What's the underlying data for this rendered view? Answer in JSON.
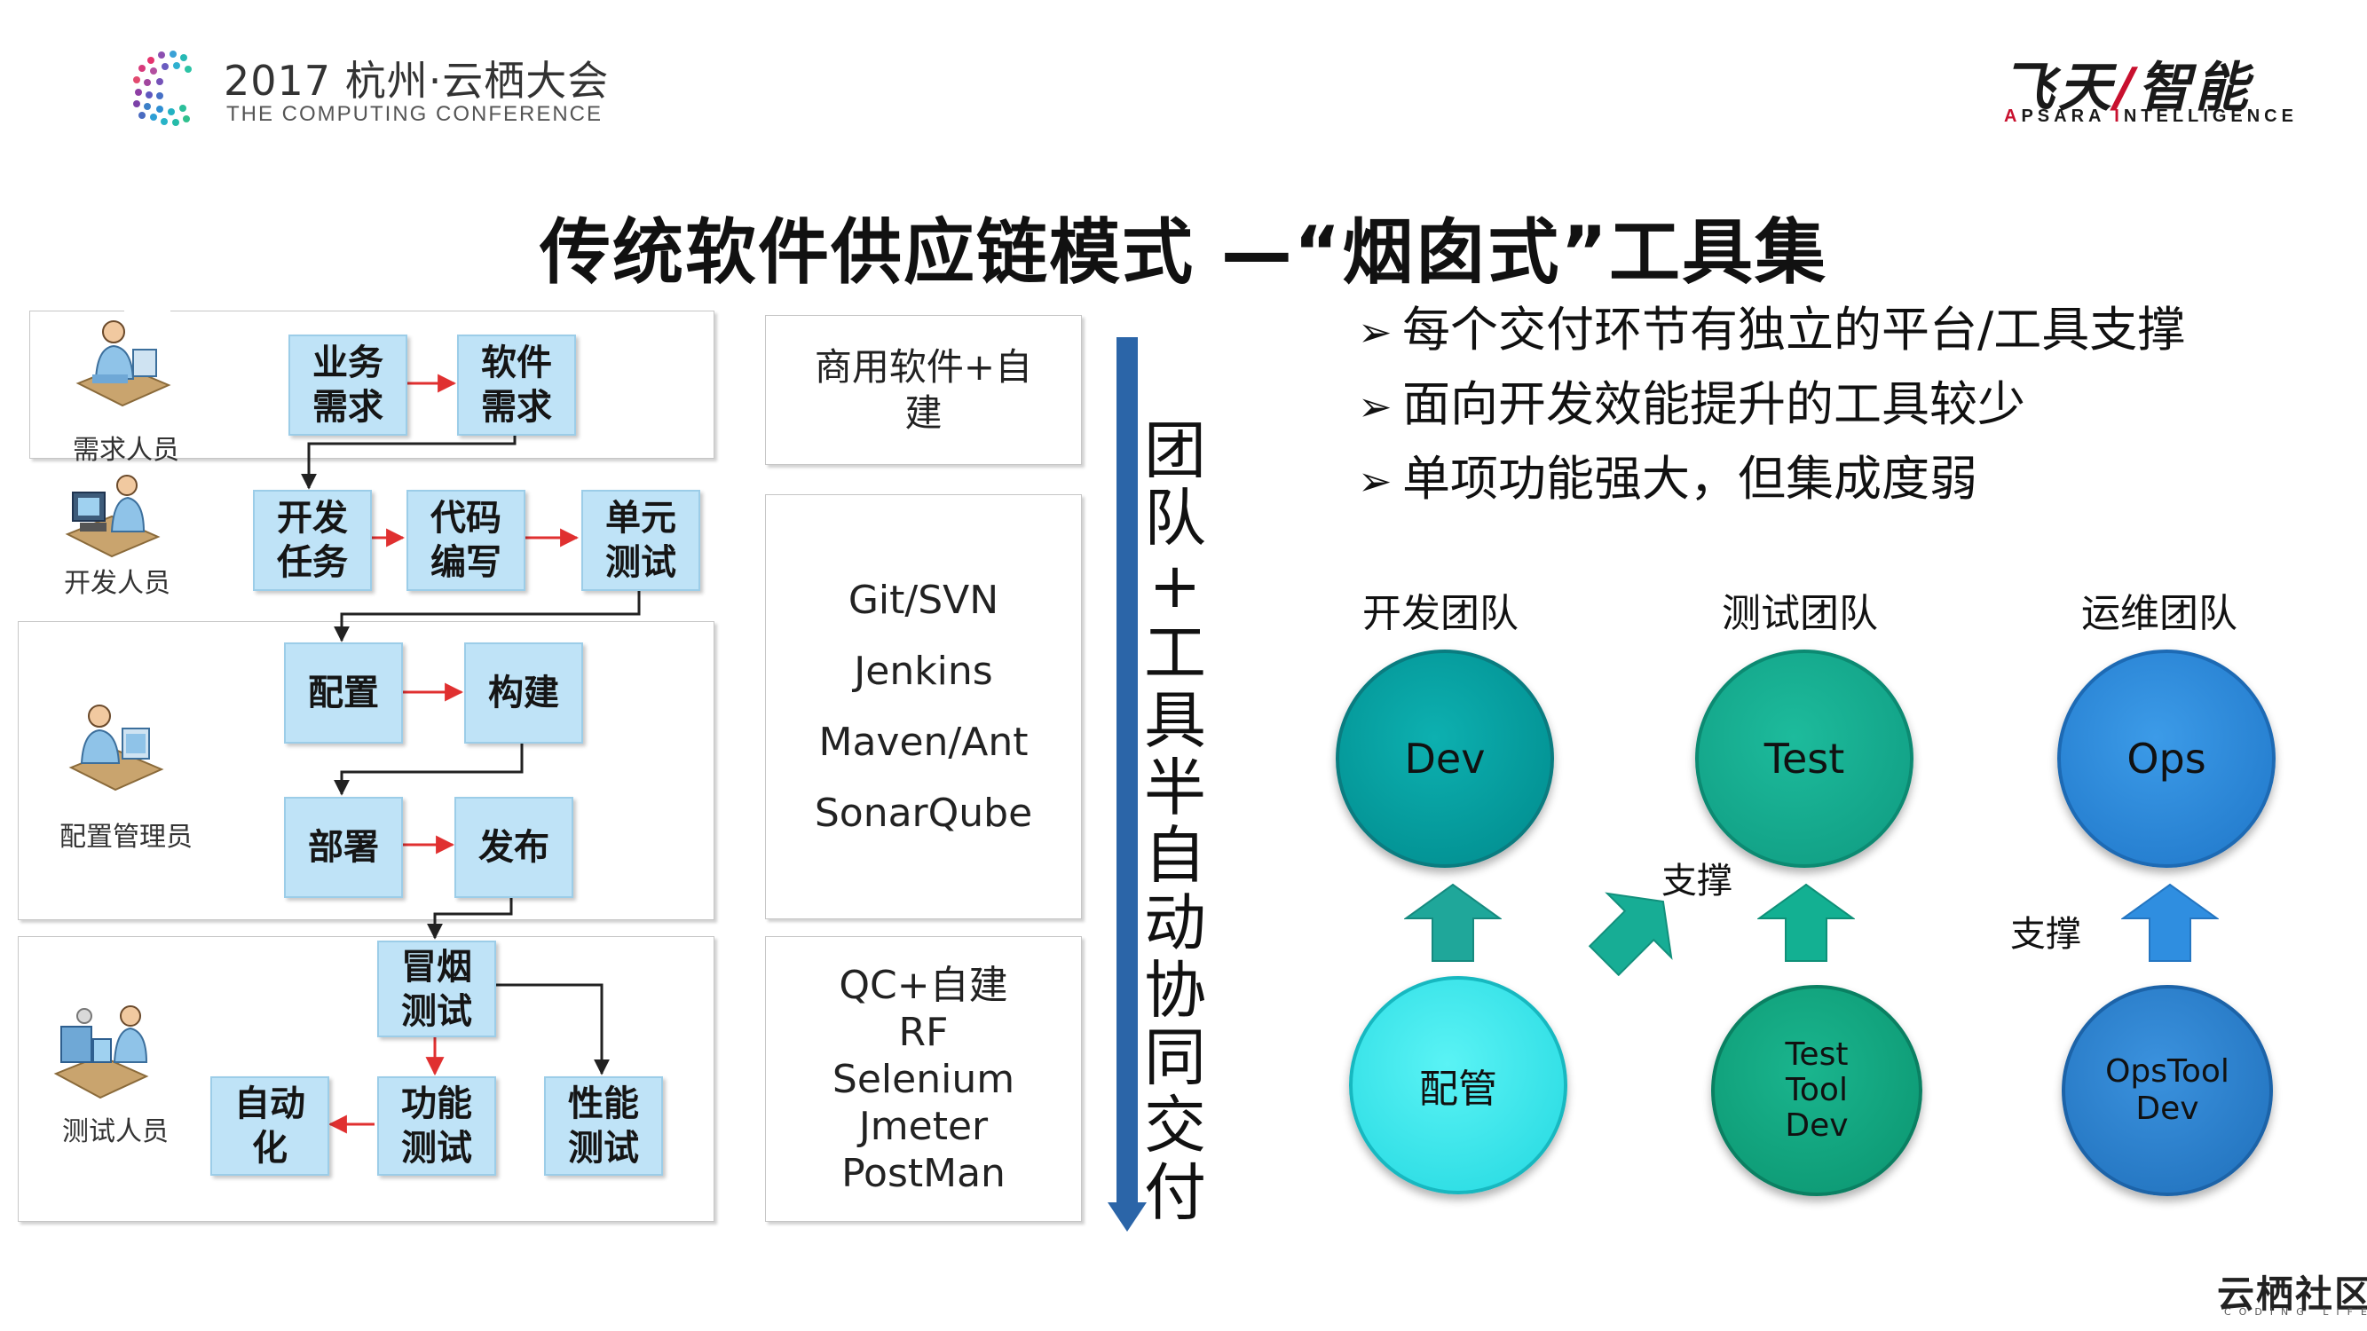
{
  "header": {
    "conference_title": "2017 杭州·云栖大会",
    "conference_subtitle": "THE COMPUTING CONFERENCE",
    "brand_left": "飞天",
    "brand_slash": "/",
    "brand_right": "智能",
    "brand_sub_a": "A",
    "brand_sub_b": "PSARA ",
    "brand_sub_c": "I",
    "brand_sub_d": "NTELLIGENCE"
  },
  "title": "传统软件供应链模式 —“烟囱式”工具集",
  "roles": {
    "req": "需求人员",
    "dev": "开发人员",
    "cm": "配置管理员",
    "test": "测试人员"
  },
  "flow": {
    "biz_req": "业务\n需求",
    "sw_req": "软件\n需求",
    "dev_task": "开发\n任务",
    "coding": "代码\n编写",
    "unit_test": "单元\n测试",
    "config": "配置",
    "build": "构建",
    "deploy": "部署",
    "release": "发布",
    "smoke_test": "冒烟\n测试",
    "func_test": "功能\n测试",
    "perf_test": "性能\n测试",
    "automation": "自动\n化"
  },
  "tools": {
    "req": [
      "商用软件+自",
      "建"
    ],
    "dev": [
      "Git/SVN",
      "Jenkins",
      "Maven/Ant",
      "SonarQube"
    ],
    "test": [
      "QC+自建",
      "RF",
      "Selenium",
      "Jmeter",
      "PostMan"
    ]
  },
  "vertical_label": [
    "团",
    "队",
    "+",
    "工",
    "具",
    "半",
    "自",
    "动",
    "协",
    "同",
    "交",
    "付"
  ],
  "bullets": [
    "每个交付环节有独立的平台/工具支撑",
    "面向开发效能提升的工具较少",
    "单项功能强大，但集成度弱"
  ],
  "bullet_marker": "➢",
  "teams": {
    "dev": {
      "label": "开发团队",
      "circle": "Dev",
      "sub": "配管"
    },
    "test": {
      "label": "测试团队",
      "circle": "Test",
      "sub": [
        "Test",
        "Tool",
        "Dev"
      ]
    },
    "ops": {
      "label": "运维团队",
      "circle": "Ops",
      "sub": [
        "OpsTool",
        "Dev"
      ]
    }
  },
  "support_label": "支撑",
  "colors": {
    "dev_circle": "#009e9e",
    "test_circle": "#13a88a",
    "ops_circle": "#2c86d8",
    "config_circle": "#3ee8ee",
    "testtool_circle": "#12a77f",
    "opstool_circle": "#2f80cf",
    "teal_arrow": "#1fa79a",
    "green_arrow": "#13b092",
    "blue_arrow": "#2f8ee0",
    "flow_box": "#bfe3f7",
    "red_arrow": "#e03030",
    "vertical_arrow": "#2b65a8"
  },
  "footer": {
    "brand": "云栖社区",
    "sub": "CODING LIFE"
  }
}
